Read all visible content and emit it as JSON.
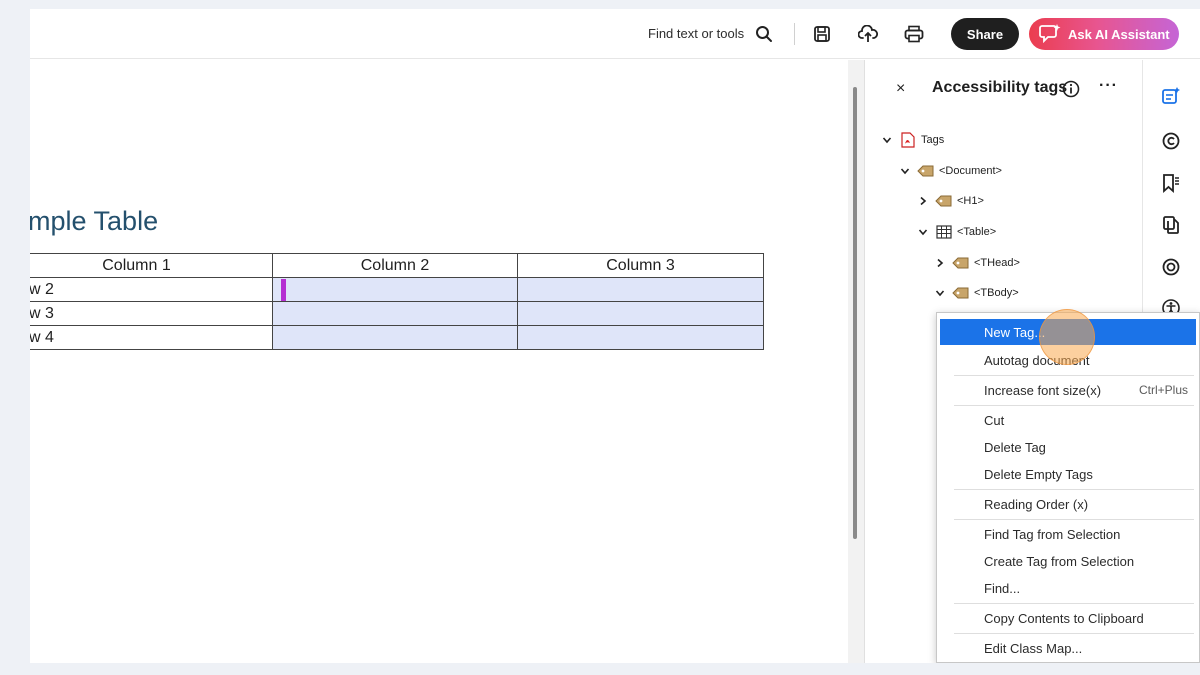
{
  "toolbar": {
    "find_label": "Find text or tools",
    "share_label": "Share",
    "ai_label": "Ask AI Assistant"
  },
  "document": {
    "title": "mple Table",
    "columns": [
      "Column 1",
      "Column 2",
      "Column 3"
    ],
    "rows": [
      "w 2",
      "w 3",
      "w 4"
    ]
  },
  "panel": {
    "title": "Accessibility tags",
    "close_glyph": "×",
    "more_glyph": "···",
    "tree": [
      {
        "label": "Tags",
        "expanded": true,
        "icon": "pdf-icon"
      },
      {
        "label": "<Document>",
        "expanded": true,
        "icon": "tag-icon"
      },
      {
        "label": "<H1>",
        "expanded": false,
        "icon": "tag-icon"
      },
      {
        "label": "<Table>",
        "expanded": true,
        "icon": "table-icon"
      },
      {
        "label": "<THead>",
        "expanded": false,
        "icon": "tag-icon"
      },
      {
        "label": "<TBody>",
        "expanded": true,
        "icon": "tag-icon"
      }
    ]
  },
  "context_menu": {
    "items": [
      {
        "label": "New Tag...",
        "highlighted": true
      },
      {
        "label": "Autotag document"
      },
      {
        "label": "Increase font size(x)",
        "shortcut": "Ctrl+Plus"
      },
      {
        "label": "Cut"
      },
      {
        "label": "Delete Tag"
      },
      {
        "label": "Delete Empty Tags"
      },
      {
        "label": "Reading Order (x)"
      },
      {
        "label": "Find Tag from Selection"
      },
      {
        "label": "Create Tag from Selection"
      },
      {
        "label": "Find..."
      },
      {
        "label": "Copy Contents to Clipboard"
      },
      {
        "label": "Edit Class Map..."
      }
    ]
  },
  "colors": {
    "accent_blue": "#1b73e8",
    "title_blue": "#24506d",
    "selection_fill": "#dfe5f9",
    "cursor_magenta": "#b52fd2",
    "ai_gradient_start": "#eb3d4f",
    "ai_gradient_end": "#c565d6"
  },
  "icons": [
    "search-icon",
    "save-icon",
    "upload-cloud-icon",
    "print-icon",
    "ai-assistant-icon",
    "info-icon",
    "pdf-icon",
    "tag-icon",
    "table-icon",
    "chevron-down-icon",
    "chevron-right-icon",
    "accessibility-tags-icon",
    "comment-icon",
    "bookmark-icon",
    "pages-icon",
    "layers-icon",
    "accessibility-icon"
  ]
}
